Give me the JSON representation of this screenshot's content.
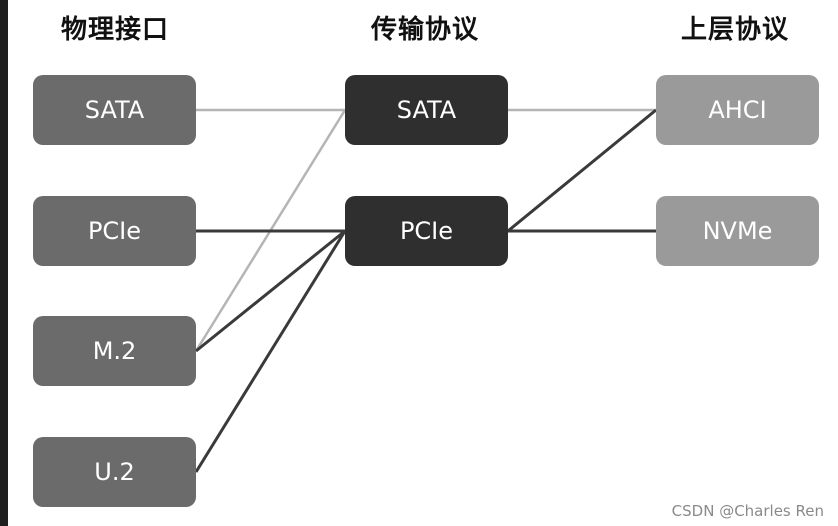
{
  "columns": {
    "physical": "物理接口",
    "transport": "传输协议",
    "upper": "上层协议"
  },
  "nodes": {
    "phys_sata": "SATA",
    "phys_pcie": "PCIe",
    "phys_m2": "M.2",
    "phys_u2": "U.2",
    "trans_sata": "SATA",
    "trans_pcie": "PCIe",
    "upper_ahci": "AHCI",
    "upper_nvme": "NVMe"
  },
  "connections": [
    {
      "from": "phys_sata",
      "to": "trans_sata",
      "style": "light"
    },
    {
      "from": "phys_m2",
      "to": "trans_sata",
      "style": "light"
    },
    {
      "from": "phys_pcie",
      "to": "trans_pcie",
      "style": "dark"
    },
    {
      "from": "phys_m2",
      "to": "trans_pcie",
      "style": "dark"
    },
    {
      "from": "phys_u2",
      "to": "trans_pcie",
      "style": "dark"
    },
    {
      "from": "trans_sata",
      "to": "upper_ahci",
      "style": "light"
    },
    {
      "from": "trans_pcie",
      "to": "upper_ahci",
      "style": "dark"
    },
    {
      "from": "trans_pcie",
      "to": "upper_nvme",
      "style": "dark"
    }
  ],
  "colors": {
    "light_line": "#b5b5b5",
    "dark_line": "#3a3a3a"
  },
  "watermark": "CSDN @Charles Ren"
}
